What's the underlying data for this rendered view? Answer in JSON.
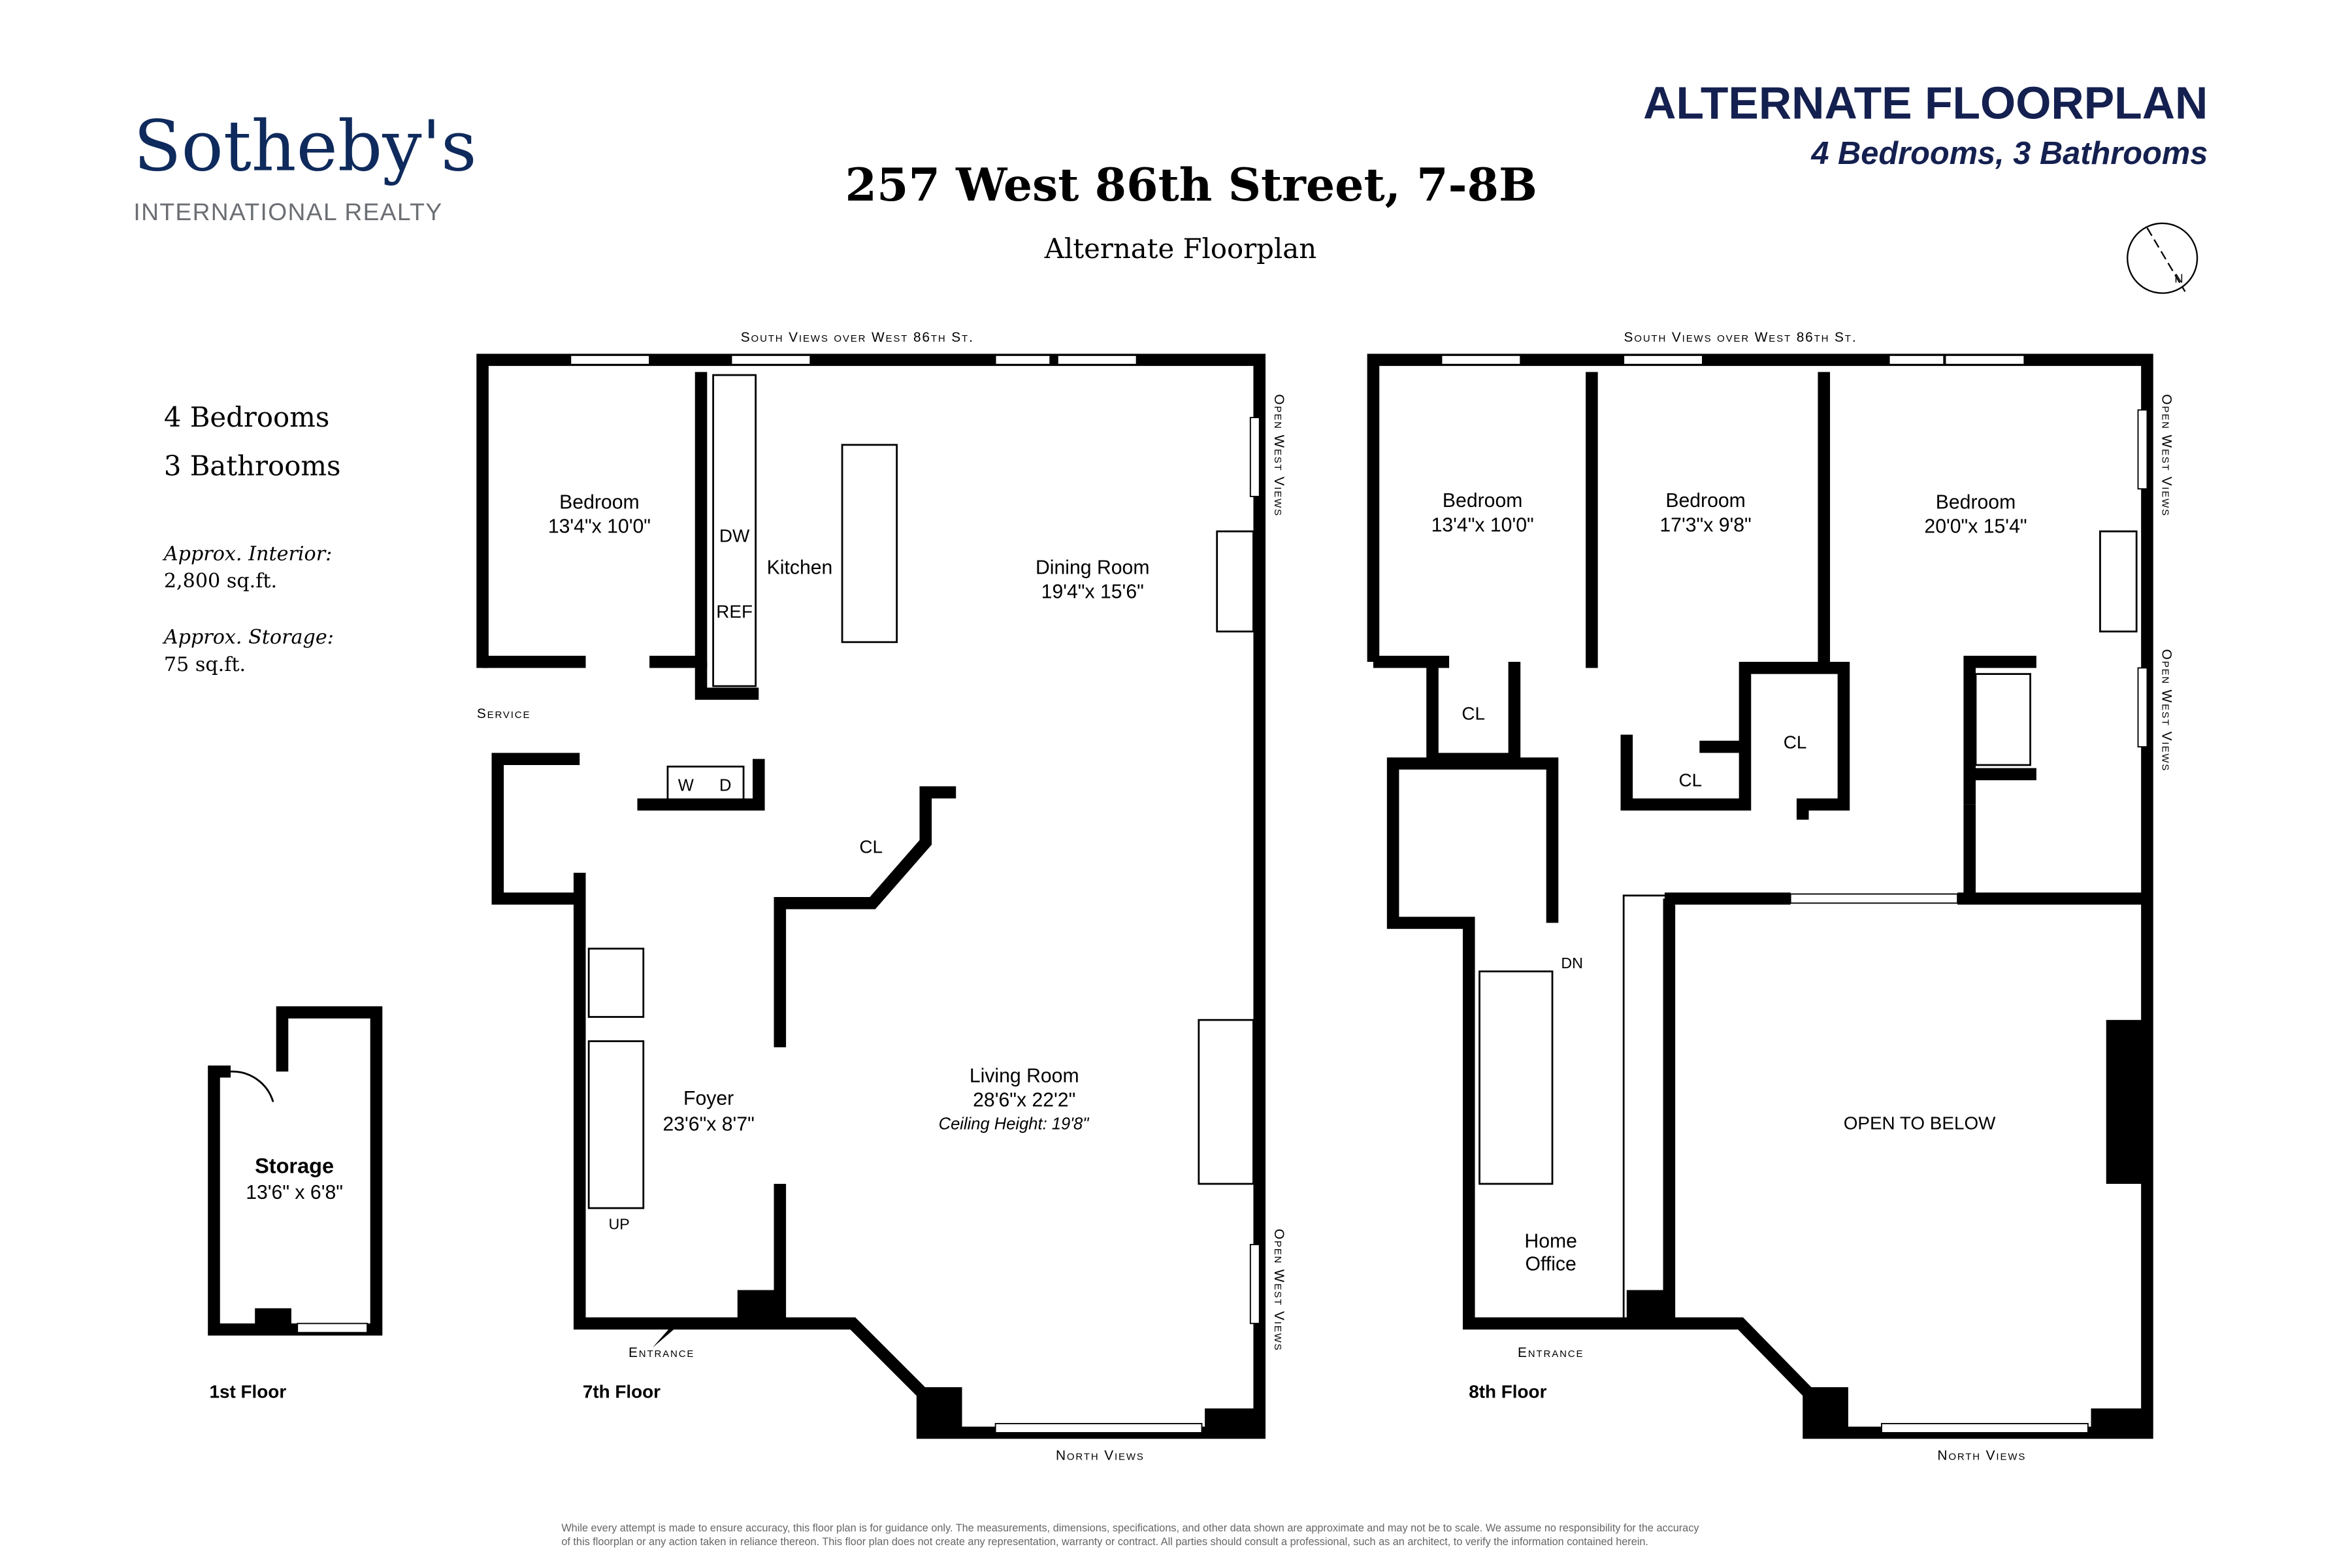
{
  "brand": {
    "name": "Sotheby's",
    "tagline": "INTERNATIONAL REALTY",
    "color": "#0f2a5c"
  },
  "header": {
    "address": "257 West 86th Street, 7-8B",
    "subtitle": "Alternate Floorplan",
    "badge_title": "ALTERNATE FLOORPLAN",
    "badge_subtitle": "4 Bedrooms, 3 Bathrooms",
    "badge_color": "#14204f"
  },
  "summary": {
    "bedrooms": "4 Bedrooms",
    "bathrooms": "3 Bathrooms",
    "interior_label": "Approx. Interior:",
    "interior_value": "2,800 sq.ft.",
    "storage_label": "Approx. Storage:",
    "storage_value": "75 sq.ft."
  },
  "compass": {
    "icon": "north-arrow-compass-icon",
    "label": "N"
  },
  "floors": {
    "first": {
      "label": "1st Floor",
      "rooms": [
        {
          "name": "Storage",
          "dims": "13'6\" x 6'8\""
        }
      ]
    },
    "seventh": {
      "label": "7th Floor",
      "top_label": "South Views over West 86th St.",
      "right_label_top": "Open West Views",
      "right_label_bottom": "Open West Views",
      "bottom_label": "North Views",
      "service": "Service",
      "entrance": "Entrance",
      "up": "UP",
      "rooms": {
        "bedroom": {
          "name": "Bedroom",
          "dims": "13'4\"x 10'0\""
        },
        "kitchen": {
          "name": "Kitchen"
        },
        "dw": "DW",
        "ref": "REF",
        "w": "W",
        "d": "D",
        "cl": "CL",
        "dining": {
          "name": "Dining Room",
          "dims": "19'4\"x 15'6\""
        },
        "living": {
          "name": "Living Room",
          "dims": "28'6\"x 22'2\"",
          "ceiling": "Ceiling Height: 19'8\""
        },
        "foyer": {
          "name": "Foyer",
          "dims": "23'6\"x 8'7\""
        }
      }
    },
    "eighth": {
      "label": "8th Floor",
      "top_label": "South Views over West 86th St.",
      "right_label_top": "Open West Views",
      "right_label_bottom": "Open West Views",
      "bottom_label": "North Views",
      "entrance": "Entrance",
      "dn": "DN",
      "rooms": {
        "bedroom1": {
          "name": "Bedroom",
          "dims": "13'4\"x 10'0\""
        },
        "bedroom2": {
          "name": "Bedroom",
          "dims": "17'3\"x 9'8\""
        },
        "bedroom3": {
          "name": "Bedroom",
          "dims": "20'0\"x 15'4\""
        },
        "cl1": "CL",
        "cl2": "CL",
        "cl3": "CL",
        "office": {
          "line1": "Home",
          "line2": "Office"
        },
        "open": "OPEN TO BELOW"
      }
    }
  },
  "disclaimer": {
    "line1": "While every attempt is made to ensure accuracy, this floor plan is for guidance only.  The measurements, dimensions, specifications, and other data shown are approximate and may not be to scale.  We assume no responsibility for the accuracy",
    "line2": "of this floorplan or any action taken in reliance thereon. This floor plan does not create any representation, warranty or contract. All parties should consult a professional, such as an architect, to verify the information contained herein."
  }
}
